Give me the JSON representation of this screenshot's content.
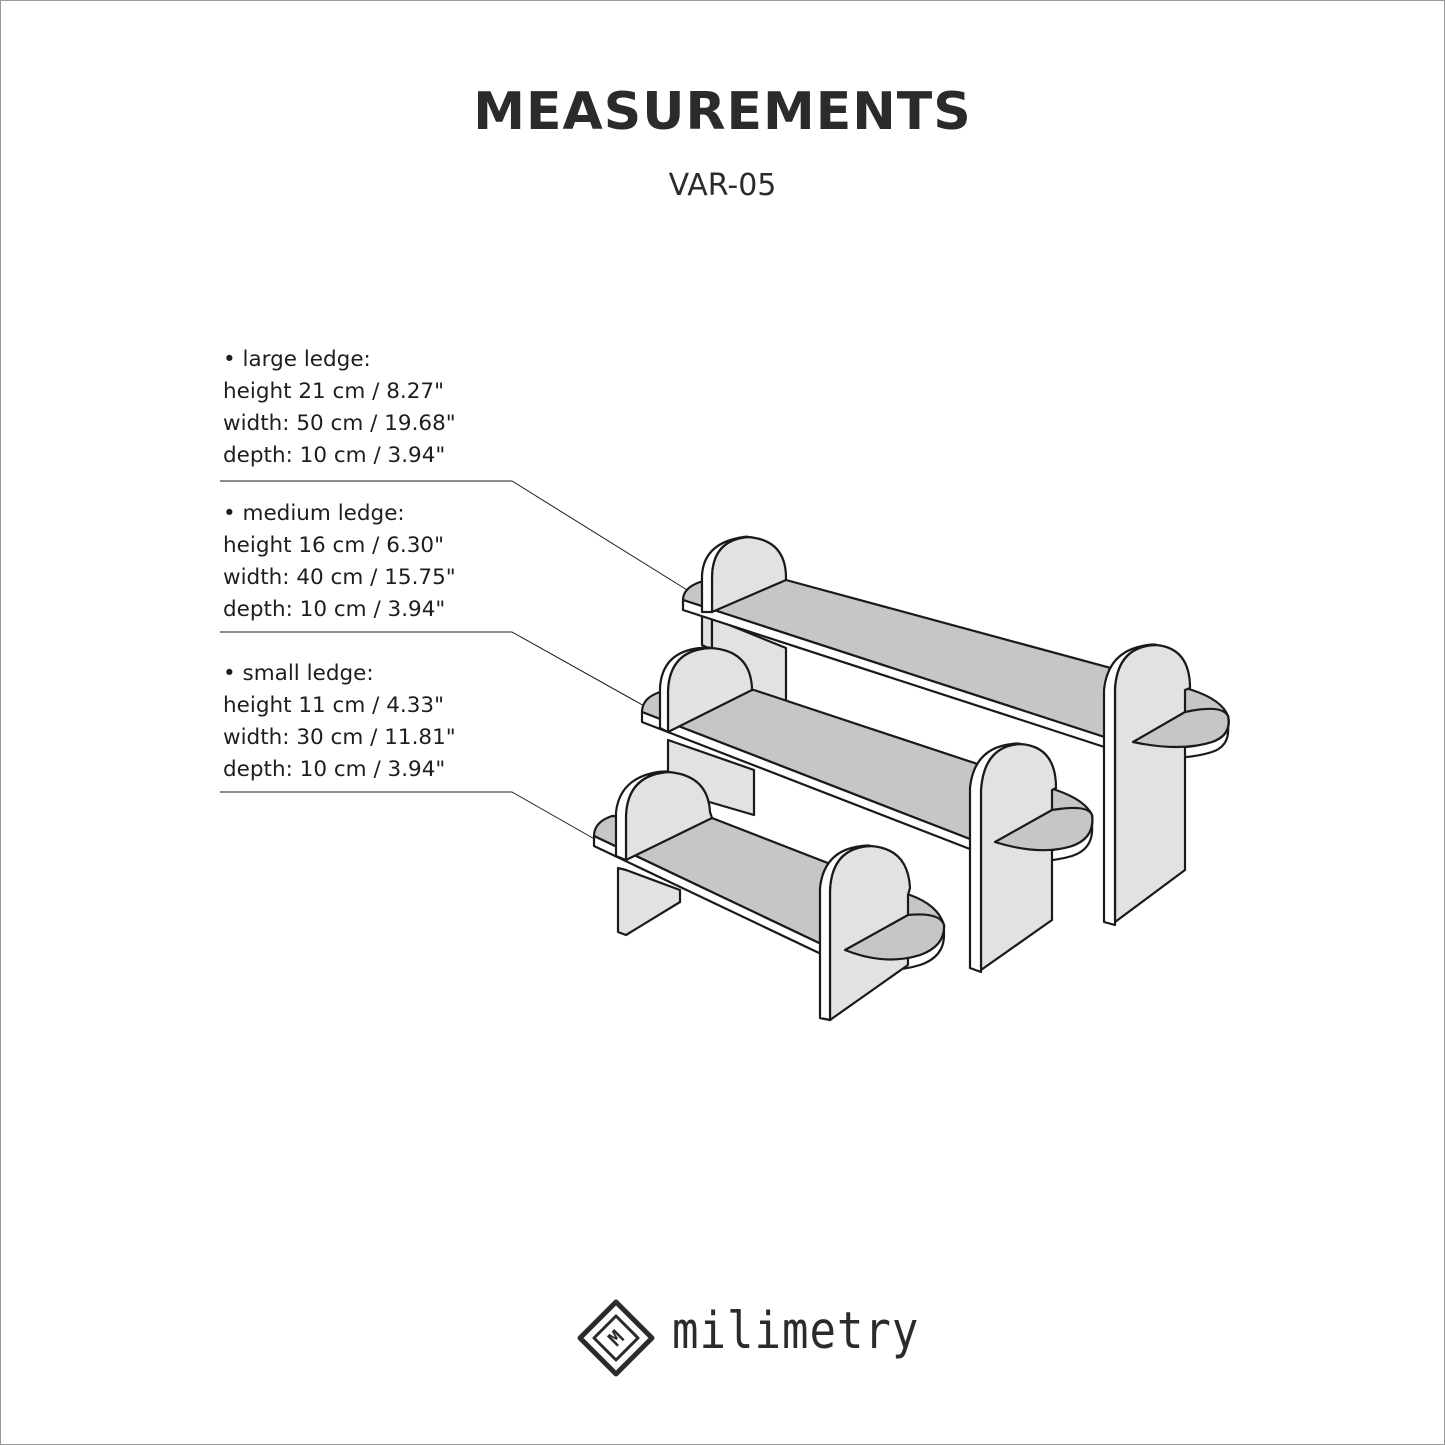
{
  "header": {
    "title": "MEASUREMENTS",
    "subtitle": "VAR-05"
  },
  "specs": [
    {
      "name": "• large ledge:",
      "height": "height 21 cm / 8.27\"",
      "width": "width: 50 cm / 19.68\"",
      "depth": "depth: 10 cm / 3.94\""
    },
    {
      "name": "• medium ledge:",
      "height": "height 16 cm / 6.30\"",
      "width": "width: 40 cm / 15.75\"",
      "depth": "depth: 10 cm / 3.94\""
    },
    {
      "name": "• small ledge:",
      "height": "height 11 cm / 4.33\"",
      "width": "width: 30 cm / 11.81\"",
      "depth": "depth: 10 cm / 3.94\""
    }
  ],
  "brand": {
    "name": "milimetry",
    "logo_letter": "M"
  },
  "colors": {
    "outline": "#1a1a1a",
    "panel_light": "#e2e2e2",
    "shelf_top": "#c6c6c6",
    "text": "#222222"
  }
}
